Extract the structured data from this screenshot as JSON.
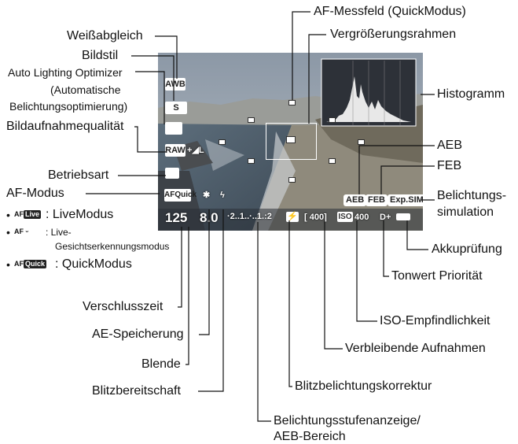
{
  "labels": {
    "af_messfeld": "AF-Messfeld (QuickModus)",
    "vergroesserungsrahmen": "Vergrößerungsrahmen",
    "weissabgleich": "Weißabgleich",
    "bildstil": "Bildstil",
    "alo_1": "Auto Lighting Optimizer",
    "alo_2": "(Automatische",
    "alo_3": "Belichtungsoptimierung)",
    "histogramm": "Histogramm",
    "bildaufnahmequalitaet": "Bildaufnahmequalität",
    "aeb": "AEB",
    "feb": "FEB",
    "betriebsart": "Betriebsart",
    "af_modus": "AF-Modus",
    "belichtungssimulation_1": "Belichtungs-",
    "belichtungssimulation_2": "simulation",
    "live_modus": ": LiveModus",
    "gesicht_1": ": Live-",
    "gesicht_2": "Gesichtserkennungsmodus",
    "quick_modus": ": QuickModus",
    "akkupruefung": "Akkuprüfung",
    "tonwert": "Tonwert Priorität",
    "verschlusszeit": "Verschlusszeit",
    "iso": "ISO-Empfindlichkeit",
    "ae_speicherung": "AE-Speicherung",
    "verbleibende": "Verbleibende Aufnahmen",
    "blende": "Blende",
    "blitzbereitschaft": "Blitzbereitschaft",
    "blitzkorrektur": "Blitzbelichtungskorrektur",
    "belichtungsstufe_1": "Belichtungsstufenanzeige/",
    "belichtungsstufe_2": "AEB-Bereich"
  },
  "af_icons": {
    "live": "Live",
    "face": "AF ᵕ",
    "quick": "Quick",
    "af": "AF"
  },
  "screen": {
    "awb": "AWB",
    "style": "S",
    "raw": "RAW",
    "quality": "+◢L",
    "af_quick": "AFQuick",
    "star": "✱",
    "flash": "ϟ",
    "shutter": "125",
    "aperture": "8.0",
    "scale": "·2..1..·..1.:2",
    "fec": "⚡",
    "shots": "[ 400]",
    "iso_tag": "ISO",
    "iso_value": "400",
    "d_plus": "D+",
    "aeb": "AEB",
    "feb": "FEB",
    "expsim": "Exp.SIM"
  },
  "bullets": [
    "•",
    "•",
    "•"
  ],
  "colors": {
    "sky": "#7f8f9f",
    "sea": "#5c6f7e",
    "beach": "#9a978a",
    "screen_bg": "#6e7b86"
  }
}
